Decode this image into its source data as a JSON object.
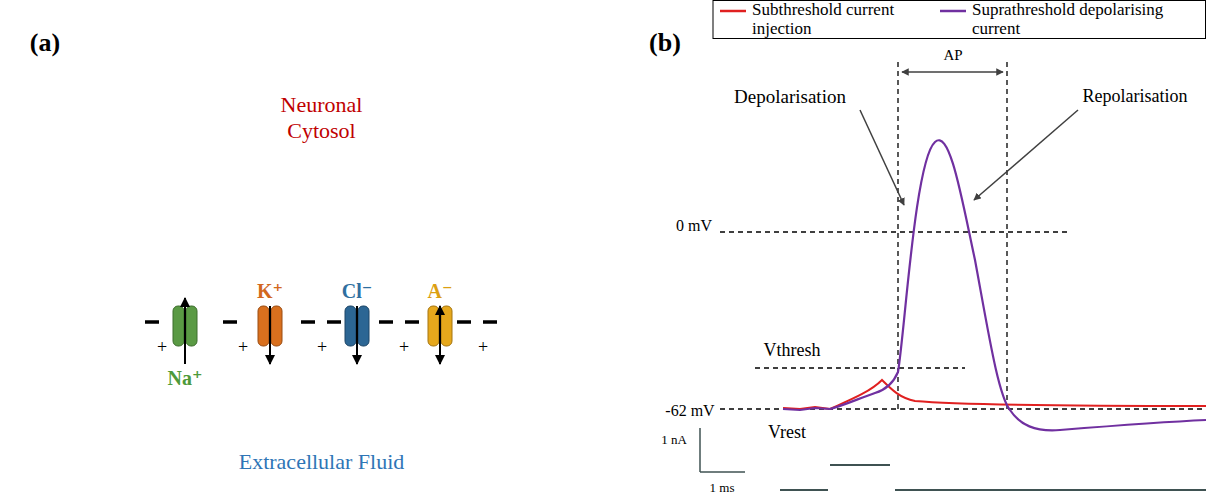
{
  "diagram": {
    "nodes": [
      {
        "text": [
          "Neuronal Cytosol"
        ]
      },
      {
        "text": [
          "Extracellular Fluid"
        ]
      }
    ],
    "labels": [
      "(a)",
      "Na⁺",
      "K⁺",
      "Cl⁻",
      "A⁻",
      "+",
      "+",
      "+",
      "+",
      "+",
      "(b)",
      "AP",
      "Depolarisation",
      "Repolarisation",
      "0 mV",
      "Vthresh",
      "-62 mV",
      "Vrest",
      "1 nA",
      "1 ms"
    ],
    "legend": [
      {
        "text": "Subthreshold current injection"
      },
      {
        "text": "Suprathreshold depolarising current"
      }
    ]
  }
}
